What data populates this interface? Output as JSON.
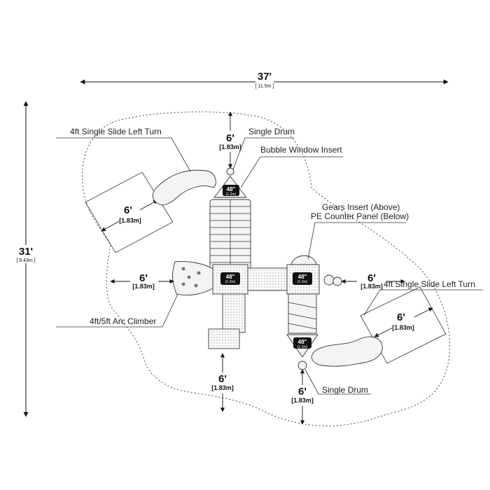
{
  "overall": {
    "width_ft": "37'",
    "width_m": "[ 11.5m ]",
    "depth_ft": "31'",
    "depth_m": "[ 9.43m ]"
  },
  "clearances": [
    {
      "ft": "6'",
      "m": "[1.83m]"
    },
    {
      "ft": "6'",
      "m": "[1.83m]"
    },
    {
      "ft": "6'",
      "m": "[1.83m]"
    },
    {
      "ft": "6'",
      "m": "[1.83m]"
    },
    {
      "ft": "6'",
      "m": "[1.83m]"
    },
    {
      "ft": "6'",
      "m": "[1.83m]"
    },
    {
      "ft": "6'",
      "m": "[1.83m]"
    }
  ],
  "decks": [
    {
      "height": "48\"",
      "metric": "(1.2m)"
    },
    {
      "height": "48\"",
      "metric": "(1.2m)"
    },
    {
      "height": "48\"",
      "metric": "(1.2m)"
    },
    {
      "height": "48\"",
      "metric": "(1.2m)"
    }
  ],
  "callouts": {
    "slide_left": "4ft Single Slide Left Turn",
    "drum_top": "Single Drum",
    "bubble": "Bubble Window Insert",
    "gears": "Gears Insert (Above)",
    "pe_panel": "PE Counter Panel (Below)",
    "slide_right": "4ft Single Slide Left Turn",
    "arc_climber": "4ft/5ft Arc Climber",
    "drum_bottom": "Single Drum"
  },
  "colors": {
    "ink": "#333333",
    "deck_fill": "#111111",
    "part_fill": "#f4f4f4"
  }
}
